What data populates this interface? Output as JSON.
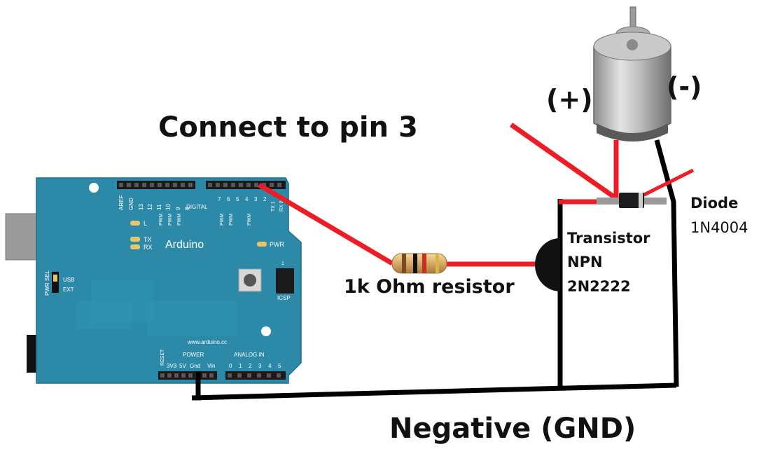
{
  "labels": {
    "connect_pin": "Connect to pin 3",
    "resistor": "1k Ohm resistor",
    "negative_gnd": "Negative (GND)",
    "motor_positive": "(+)",
    "motor_negative": "(-)",
    "transistor_line1": "Transistor",
    "transistor_line2": "NPN",
    "transistor_line3": "2N2222",
    "diode_line1": "Diode",
    "diode_line2": "1N4004"
  },
  "board": {
    "name": "Arduino",
    "website": "www.arduino.cc",
    "header_top_left": [
      "AREF",
      "GND",
      "13",
      "12",
      "11",
      "10",
      "9",
      "8"
    ],
    "header_top_right": [
      "7",
      "6",
      "5",
      "4",
      "3",
      "2",
      "TX 1",
      "RX 0"
    ],
    "digital_label": "DIGITAL",
    "pwm_label": "PWM",
    "led_l": "L",
    "led_tx": "TX",
    "led_rx": "RX",
    "pwr_led": "PWR",
    "pwr_sel": "PWR SEL",
    "usb": "USB",
    "ext": "EXT",
    "icsp": "ICSP",
    "icsp_pin": "1",
    "power_label": "POWER",
    "power_pins": [
      "RESET",
      "3V3",
      "5V",
      "Gnd",
      "Vin"
    ],
    "analog_label": "ANALOG IN",
    "analog_pins": [
      "0",
      "1",
      "2",
      "3",
      "4",
      "5"
    ]
  },
  "colors": {
    "wire_signal": "#ee1c24",
    "wire_ground": "#000000",
    "board": "#2c8aa8"
  }
}
